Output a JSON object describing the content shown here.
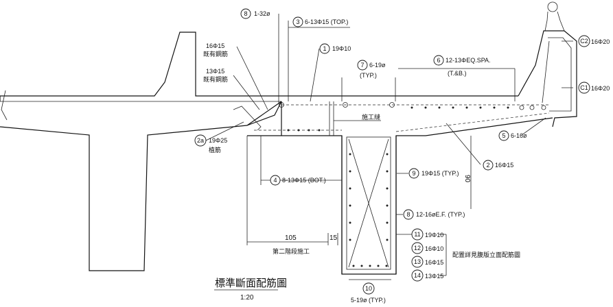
{
  "title": "標準斷面配筋圖",
  "scale": "1:20",
  "labels": {
    "c8": {
      "num": "8",
      "text": "1-32ø"
    },
    "c3": {
      "num": "3",
      "text": "6-13Φ15 (TOP.)"
    },
    "c1": {
      "num": "1",
      "text": "19Φ10"
    },
    "c7": {
      "num": "7",
      "text": "6-19ø",
      "sub": "(TYP.)"
    },
    "c6": {
      "num": "6",
      "text": "12-13ΦEQ.SPA.",
      "sub": "(T.&B.)"
    },
    "c2top": {
      "num": "C2",
      "text": "16Φ20"
    },
    "c1side": {
      "num": "C1",
      "text": "16Φ20"
    },
    "ex1": {
      "line1": "16Φ15",
      "line2": "既有鋼筋"
    },
    "ex2": {
      "line1": "13Φ15",
      "line2": "既有鋼筋"
    },
    "c2a": {
      "num": "2a",
      "text": "19Φ25",
      "sub": "植筋"
    },
    "c5": {
      "num": "5",
      "text": "6-16ø"
    },
    "c2": {
      "num": "2",
      "text": "16Φ15"
    },
    "c4": {
      "num": "4",
      "text": "8-13Φ15 (BOT.)"
    },
    "c9": {
      "num": "9",
      "text": "19Φ15 (TYP.)"
    },
    "c8b": {
      "num": "8",
      "text": "12-16øE.F. (TYP.)"
    },
    "c10": {
      "num": "10",
      "text": "5-19ø (TYP.)"
    },
    "joint": "施工縫",
    "stage2": "第二階段施工",
    "note": "配置詳見腹版立面配筋圖"
  },
  "legend": [
    {
      "num": "11",
      "text": "19Φ10"
    },
    {
      "num": "12",
      "text": "16Φ10"
    },
    {
      "num": "13",
      "text": "16Φ15"
    },
    {
      "num": "14",
      "text": "13Φ15"
    }
  ],
  "dims": {
    "d105": "105",
    "d15": "15",
    "d90": "90"
  }
}
